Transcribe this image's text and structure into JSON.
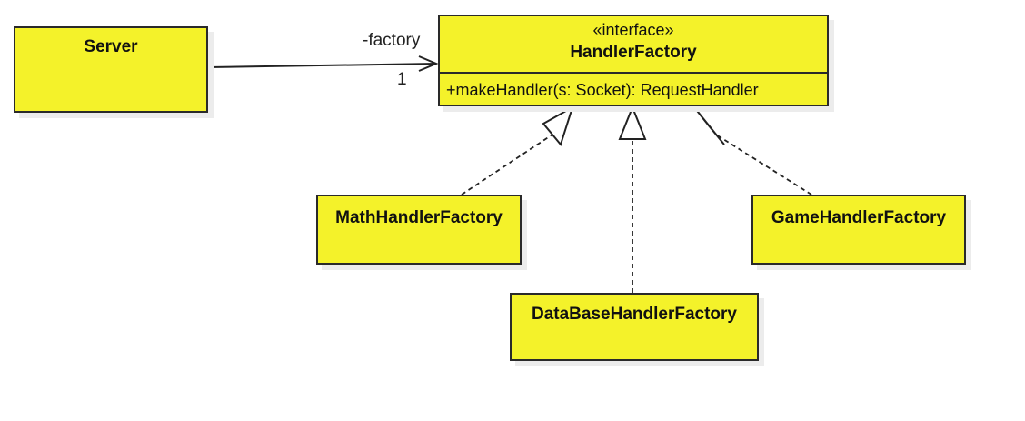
{
  "diagram": {
    "classes": {
      "server": {
        "name": "Server"
      },
      "handler_factory": {
        "stereotype": "«interface»",
        "name": "HandlerFactory",
        "operations": [
          "+makeHandler(s: Socket): RequestHandler"
        ]
      },
      "math_handler_factory": {
        "name": "MathHandlerFactory"
      },
      "game_handler_factory": {
        "name": "GameHandlerFactory"
      },
      "database_handler_factory": {
        "name": "DataBaseHandlerFactory"
      }
    },
    "association": {
      "from": "Server",
      "to": "HandlerFactory",
      "role": "-factory",
      "multiplicity": "1"
    },
    "realizations": [
      {
        "from": "MathHandlerFactory",
        "to": "HandlerFactory"
      },
      {
        "from": "DataBaseHandlerFactory",
        "to": "HandlerFactory"
      },
      {
        "from": "GameHandlerFactory",
        "to": "HandlerFactory"
      }
    ],
    "colors": {
      "class_fill": "#f4f22a",
      "border": "#2a2a2a",
      "shadow": "#ececec"
    }
  }
}
